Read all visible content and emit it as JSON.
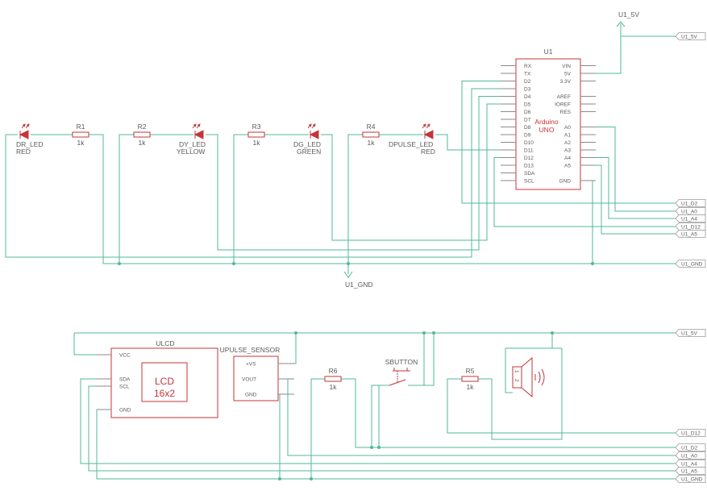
{
  "colors": {
    "wire": "#4fb89b",
    "component": "#c4343a",
    "label": "#5a5a5a",
    "pin": "#8a8a8a",
    "background": "#ffffff"
  },
  "power": {
    "vcc_label": "U1_5V",
    "gnd_label": "U1_GND"
  },
  "arduino": {
    "ref": "U1",
    "title": "Arduino",
    "subtitle": "UNO",
    "left_pins": [
      "RX",
      "TX",
      "D2",
      "D3",
      "D4",
      "D5",
      "D6",
      "D7",
      "D8",
      "D9",
      "D10",
      "D11",
      "D12",
      "D13",
      "SDA",
      "SCL"
    ],
    "right_pins": [
      "VIN",
      "5V",
      "3.3V",
      "AREF",
      "IOREF",
      "RES",
      "A0",
      "A1",
      "A2",
      "A3",
      "A4",
      "A5",
      "GND"
    ]
  },
  "leds": [
    {
      "ref": "DR_LED",
      "value": "RED"
    },
    {
      "ref": "DY_LED",
      "value": "YELLOW"
    },
    {
      "ref": "DG_LED",
      "value": "GREEN"
    },
    {
      "ref": "DPULSE_LED",
      "value": "RED"
    }
  ],
  "resistors": [
    {
      "ref": "R1",
      "value": "1k"
    },
    {
      "ref": "R2",
      "value": "1k"
    },
    {
      "ref": "R3",
      "value": "1k"
    },
    {
      "ref": "R4",
      "value": "1k"
    },
    {
      "ref": "R5",
      "value": "1k"
    },
    {
      "ref": "R6",
      "value": "1k"
    }
  ],
  "net_labels_top": [
    "U1_5V",
    "U1_D2",
    "U1_A0",
    "U1_A4",
    "U1_D12",
    "U1_A5",
    "U1_GND"
  ],
  "lcd": {
    "ref": "ULCD",
    "pins": [
      "VCC",
      "SDA",
      "SCL",
      "GND"
    ],
    "line1": "LCD",
    "line2": "16x2"
  },
  "pulse_sensor": {
    "ref": "UPULSE_SENSOR",
    "pins": [
      "+VS",
      "VOUT",
      "GND"
    ]
  },
  "button": {
    "ref": "SBUTTON"
  },
  "speaker": {
    "pin_a": "1",
    "pin_b": "2"
  },
  "net_labels_bottom": [
    "U1_5V",
    "U1_D12",
    "U1_D2",
    "U1_A0",
    "U1_A4",
    "U1_A5",
    "U1_GND"
  ]
}
